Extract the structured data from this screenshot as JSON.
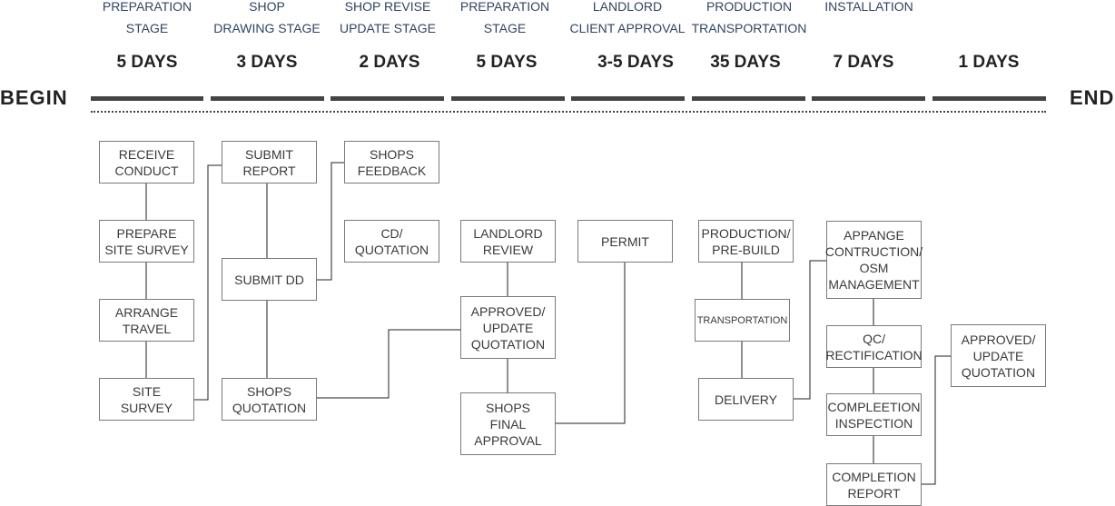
{
  "begin_label": "BEGIN",
  "end_label": "END",
  "stages": [
    {
      "line1": "PREPARATION",
      "line2": "STAGE",
      "days": "5 DAYS"
    },
    {
      "line1": "SHOP",
      "line2": "DRAWING STAGE",
      "days": "3 DAYS"
    },
    {
      "line1": "SHOP REVISE",
      "line2": "UPDATE STAGE",
      "days": "2 DAYS"
    },
    {
      "line1": "PREPARATION",
      "line2": "STAGE",
      "days": "5 DAYS"
    },
    {
      "line1": "LANDLORD",
      "line2": "CLIENT APPROVAL",
      "days": "3-5 DAYS"
    },
    {
      "line1": "PRODUCTION",
      "line2": "TRANSPORTATION",
      "days": "35 DAYS"
    },
    {
      "line1": "",
      "line2": "INSTALLATION",
      "days": "7 DAYS"
    },
    {
      "line1": "",
      "line2": "",
      "days": "1 DAYS"
    }
  ],
  "boxes": {
    "receive_conduct": "RECEIVE\nCONDUCT",
    "prepare_site_survey": "PREPARE\nSITE SURVEY",
    "arrange_travel": "ARRANGE\nTRAVEL",
    "site_survey": "SITE\nSURVEY",
    "submit_report": "SUBMIT\nREPORT",
    "submit_dd": "SUBMIT DD",
    "shops_quotation": "SHOPS\nQUOTATION",
    "shops_feedback": "SHOPS\nFEEDBACK",
    "cd_quotation": "CD/\nQUOTATION",
    "landlord_review": "LANDLORD\nREVIEW",
    "approved_update_quotation_1": "APPROVED/\nUPDATE\nQUOTATION",
    "shops_final_approval": "SHOPS\nFINAL\nAPPROVAL",
    "permit": "PERMIT",
    "production_pre_build": "PRODUCTION/\nPRE-BUILD",
    "transportation": "TRANSPORTATION",
    "delivery": "DELIVERY",
    "appange_construction": "APPANGE\nCONTRUCTION/\nOSM\nMANAGEMENT",
    "qc_rectification": "QC/\nRECTIFICATION",
    "completion_inspection": "COMPLEETION\nINSPECTION",
    "completion_report": "COMPLETION\nREPORT",
    "approved_update_quotation_2": "APPROVED/\nUPDATE\nQUOTATION"
  }
}
